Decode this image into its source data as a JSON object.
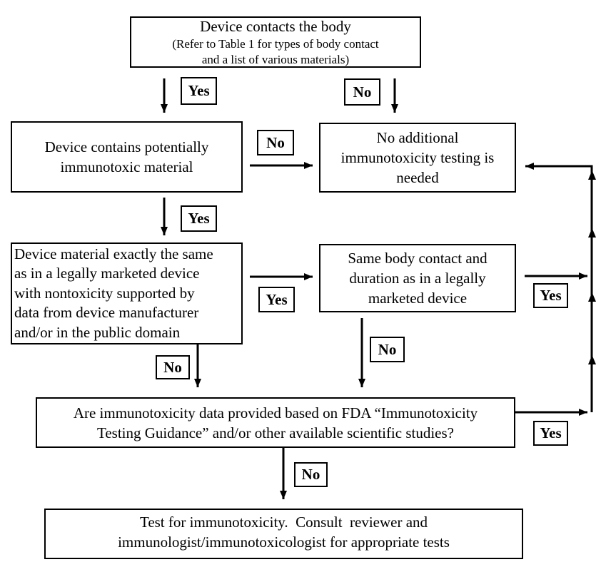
{
  "labels": {
    "yes": "Yes",
    "no": "No"
  },
  "nodes": {
    "start": {
      "lines": [
        "Device contacts the body",
        "(Refer to Table 1 for types of body contact",
        "and a list of various materials)"
      ]
    },
    "contains_immunotoxic": {
      "lines": [
        "Device contains potentially",
        "immunotoxic material"
      ]
    },
    "no_additional_testing": {
      "lines": [
        "No additional",
        "immunotoxicity testing is",
        "needed"
      ]
    },
    "material_same": {
      "lines": [
        "Device material exactly the same",
        "as in a legally marketed device",
        "with nontoxicity supported by",
        "data from device manufacturer",
        "and/or in the public domain"
      ]
    },
    "same_body_contact": {
      "lines": [
        "Same body contact and",
        "duration as in a legally",
        "marketed device"
      ]
    },
    "data_provided": {
      "lines": [
        "Are immunotoxicity data provided based on FDA “Immunotoxicity",
        "Testing Guidance” and/or other available scientific studies?"
      ]
    },
    "test_immunotoxicity": {
      "lines": [
        "Test for immunotoxicity.  Consult  reviewer and",
        "immunologist/immunotoxicologist for appropriate tests"
      ]
    }
  },
  "colors": {
    "line": "#000000",
    "text": "#000000",
    "background": "#ffffff"
  }
}
